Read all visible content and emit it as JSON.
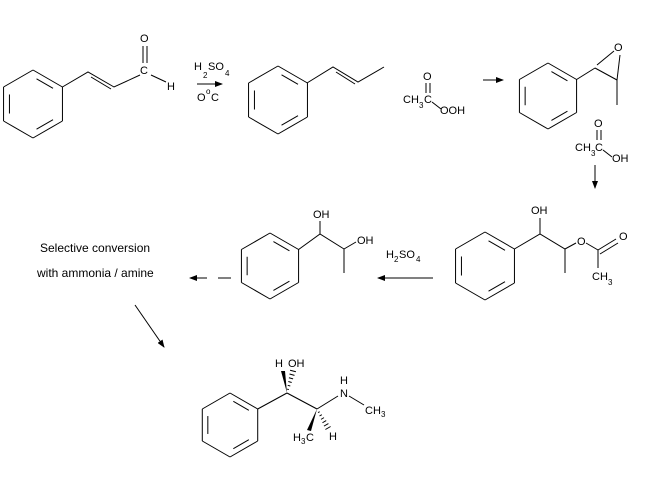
{
  "colors": {
    "ink": "#000000",
    "background": "#ffffff"
  },
  "cinnamaldehyde": {
    "o": "O",
    "c": "C",
    "h": "H"
  },
  "step1_reagent": {
    "h": "H",
    "sub2": "2",
    "so": "SO",
    "sub4": "4",
    "o": "O",
    "deg": "o",
    "c": "C"
  },
  "peracetic_acid": {
    "o": "O",
    "ch": "CH",
    "sub3": "3",
    "c": "C",
    "ooh": "OOH"
  },
  "epoxide": {
    "o": "O"
  },
  "acetic_acid": {
    "o": "O",
    "ch": "CH",
    "sub3": "3",
    "c": "C",
    "oh": "OH"
  },
  "ester": {
    "oh": "OH",
    "o_ether": "O",
    "o_carbonyl": "O",
    "ch": "CH",
    "sub3": "3"
  },
  "step_hydrolysis": {
    "h": "H",
    "sub2": "2",
    "so": "SO",
    "sub4": "4"
  },
  "diol": {
    "oh1": "OH",
    "oh2": "OH"
  },
  "conversion_note": {
    "line1": "Selective conversion",
    "line2": "with ammonia / amine"
  },
  "ephedrine": {
    "h_top": "H",
    "oh": "OH",
    "nh": "H",
    "n": "N",
    "ch": "CH",
    "sub3a": "3",
    "h3c_h": "H",
    "sub3b": "3",
    "h3c_c": "C",
    "h_bottom": "H"
  }
}
